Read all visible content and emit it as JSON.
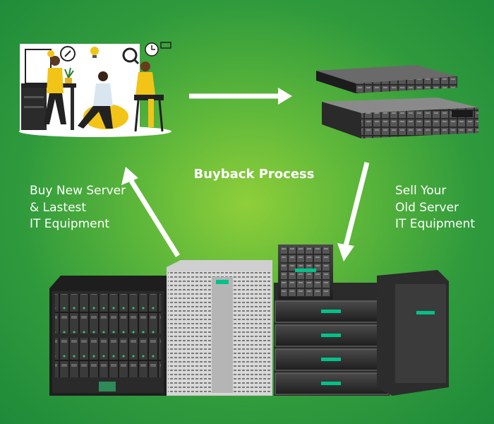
{
  "title": "Buyback Process",
  "left_caption": [
    "Buy New Server",
    "& Lastest",
    "IT Equipment"
  ],
  "right_caption": [
    "Sell Your",
    "Old Server",
    "IT Equipment"
  ],
  "colors": {
    "background_center": "#8fcf3a",
    "background_edge": "#1f8a3a",
    "text": "#ffffff",
    "arrow": "#ffffff",
    "accent_green": "#00c389"
  }
}
